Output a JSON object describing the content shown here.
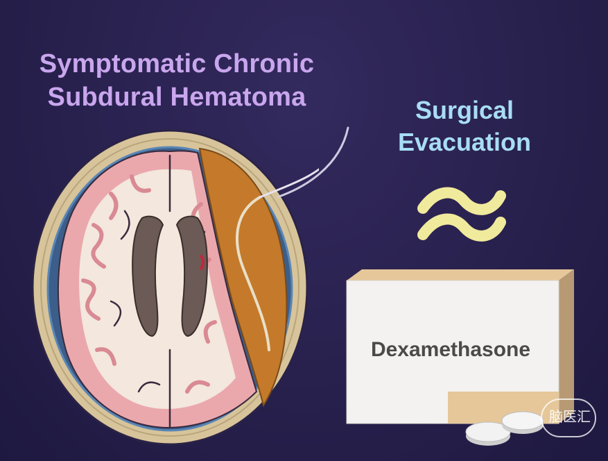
{
  "title": {
    "line1": "Symptomatic Chronic",
    "line2": "Subdural Hematoma"
  },
  "surgical": {
    "line1": "Surgical",
    "line2": "Evacuation"
  },
  "approx_symbol": "≈",
  "medication_box": {
    "label": "Dexamethasone"
  },
  "watermark": {
    "text": "脑医汇"
  },
  "colors": {
    "title": "#c9a6ee",
    "surgical": "#a8ddf5",
    "approx": "#f0ea9c",
    "hematoma": "#c47a2a",
    "skull": "#d8c49a",
    "cortex": "#eaa8ad",
    "white_matter": "#f4e7dd",
    "ventricle": "#6b5a55"
  },
  "icons": [
    "brain-illustration",
    "drain-catheter-icon",
    "pill-box-icon",
    "pill-icon",
    "watermark-logo"
  ]
}
